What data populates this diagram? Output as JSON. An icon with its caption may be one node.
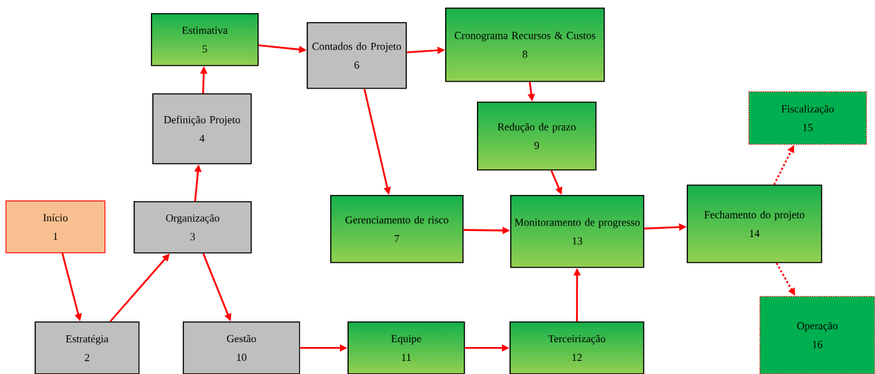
{
  "diagram": {
    "nodes": [
      {
        "text": [
          "Início",
          "1"
        ]
      },
      {
        "text": [
          "Estratégia",
          "2"
        ]
      },
      {
        "text": [
          "Organização",
          "3"
        ]
      },
      {
        "text": [
          "Definição Projeto",
          "4"
        ]
      },
      {
        "text": [
          "Estimativa",
          "5"
        ]
      },
      {
        "text": [
          "Contados do Projeto",
          "6"
        ]
      },
      {
        "text": [
          "Gerenciamento de risco",
          "7"
        ]
      },
      {
        "text": [
          "Cronograma Recursos & Custos",
          "8"
        ]
      },
      {
        "text": [
          "Redução de prazo",
          "9"
        ]
      },
      {
        "text": [
          "Gestão",
          "10"
        ]
      },
      {
        "text": [
          "Equipe",
          "11"
        ]
      },
      {
        "text": [
          "Terceirização",
          "12"
        ]
      },
      {
        "text": [
          "Monitoramento de progresso",
          "13"
        ]
      },
      {
        "text": [
          "Fechamento do projeto",
          "14"
        ]
      },
      {
        "text": [
          "Fiscalização",
          "15"
        ]
      },
      {
        "text": [
          "Operação",
          "16"
        ]
      }
    ],
    "edges": [
      {
        "from": 0,
        "to": 1,
        "arrow": "to"
      },
      {
        "from": 1,
        "to": 2,
        "arrow": "to"
      },
      {
        "from": 2,
        "to": 3,
        "arrow": "to"
      },
      {
        "from": 3,
        "to": 4,
        "arrow": "to"
      },
      {
        "from": 4,
        "to": 5,
        "arrow": "to"
      },
      {
        "from": 5,
        "to": 7,
        "arrow": "to"
      },
      {
        "from": 7,
        "to": 8,
        "arrow": "to"
      },
      {
        "from": 5,
        "to": 6,
        "arrow": "to"
      },
      {
        "from": 2,
        "to": 9,
        "arrow": "to"
      },
      {
        "from": 9,
        "to": 10,
        "arrow": "to"
      },
      {
        "from": 10,
        "to": 11,
        "arrow": "to"
      },
      {
        "from": 11,
        "to": 12,
        "arrow": "to"
      },
      {
        "from": 8,
        "to": 12,
        "arrow": "to"
      },
      {
        "from": 6,
        "to": 12,
        "arrow": "to"
      },
      {
        "from": 12,
        "to": 13,
        "arrow": "to"
      },
      {
        "from": 13,
        "to": 14,
        "arrow": "to",
        "style": "dashed"
      },
      {
        "from": 13,
        "to": 15,
        "arrow": "to",
        "style": "dashed"
      }
    ]
  }
}
